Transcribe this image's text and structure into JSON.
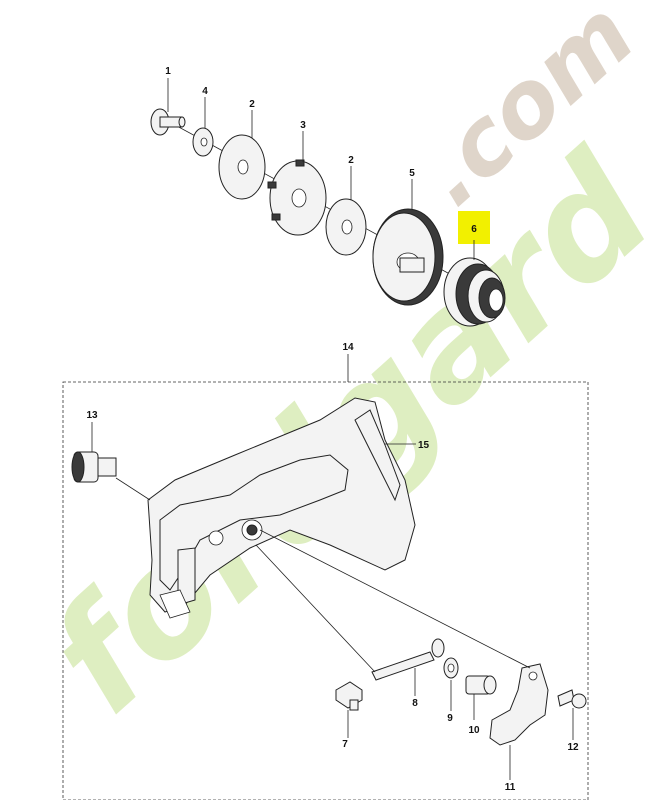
{
  "callouts": {
    "c1": "1",
    "c4": "4",
    "c2a": "2",
    "c3": "3",
    "c2b": "2",
    "c5": "5",
    "c6": "6",
    "c14": "14",
    "c13": "13",
    "c15": "15",
    "c7": "7",
    "c8": "8",
    "c9": "9",
    "c10": "10",
    "c11": "11",
    "c12": "12"
  },
  "watermark": {
    "text_main": "fordgard",
    "text_domain": ".com"
  },
  "colors": {
    "highlight": "#f2f000",
    "watermark_green": "#d7eab2",
    "watermark_brown": "#d8cbbd"
  }
}
